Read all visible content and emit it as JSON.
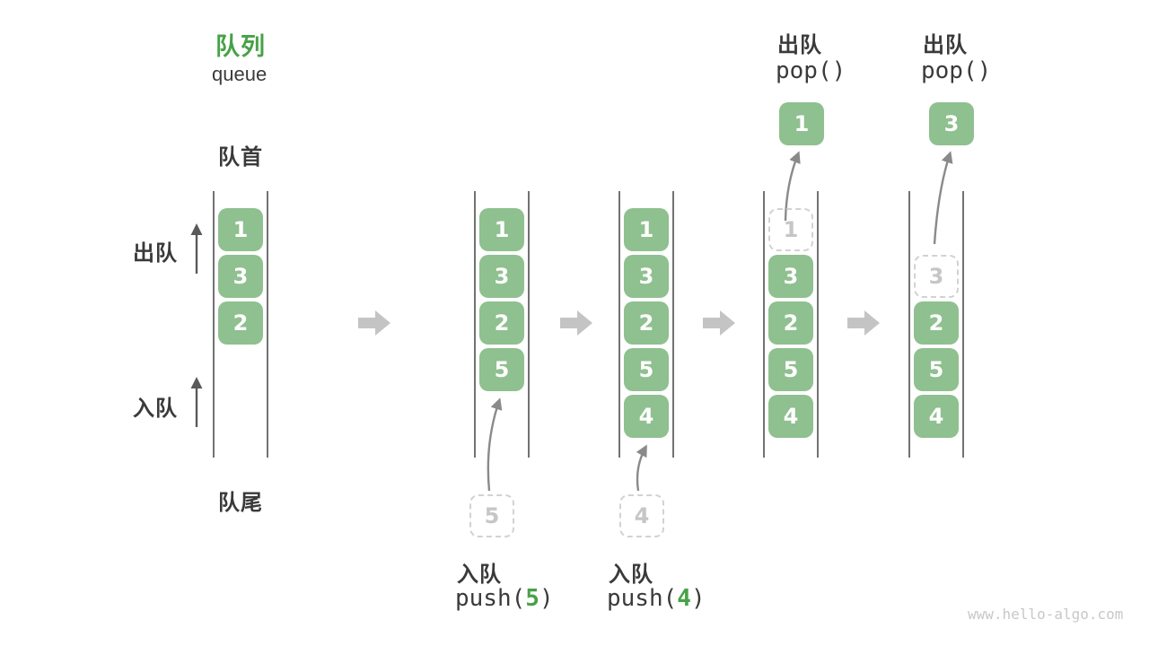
{
  "title": {
    "zh": "队列",
    "en": "queue"
  },
  "labels": {
    "front": "队首",
    "rear": "队尾",
    "dequeue": "出队",
    "enqueue": "入队"
  },
  "colors": {
    "accent_green": "#47A247",
    "box_green": "#8FC08F",
    "text_dark": "#3A3A3A",
    "ghost_gray": "#D2D2D2",
    "rail_gray": "#4F4F4F",
    "block_arrow_gray": "#C4C4C4",
    "arrow_gray": "#8A8A8A",
    "thin_arrow_gray": "#5A5A5A",
    "watermark_gray": "#C8C8C8"
  },
  "states": [
    {
      "slots": [
        "1",
        "3",
        "2"
      ]
    },
    {
      "slots": [
        "1",
        "3",
        "2",
        "5"
      ]
    },
    {
      "slots": [
        "1",
        "3",
        "2",
        "5",
        "4"
      ]
    },
    {
      "ghost": "1",
      "slots": [
        "3",
        "2",
        "5",
        "4"
      ],
      "popped": "1"
    },
    {
      "ghost": "3",
      "slots": [
        "2",
        "5",
        "4"
      ],
      "popped": "3"
    }
  ],
  "ops": {
    "push5": {
      "label": "入队",
      "pre": "push(",
      "arg": "5",
      "post": ")",
      "ghost": "5"
    },
    "push4": {
      "label": "入队",
      "pre": "push(",
      "arg": "4",
      "post": ")",
      "ghost": "4"
    },
    "pop1": {
      "label": "出队",
      "code": "pop()"
    },
    "pop2": {
      "label": "出队",
      "code": "pop()"
    }
  },
  "watermark": "www.hello-algo.com"
}
